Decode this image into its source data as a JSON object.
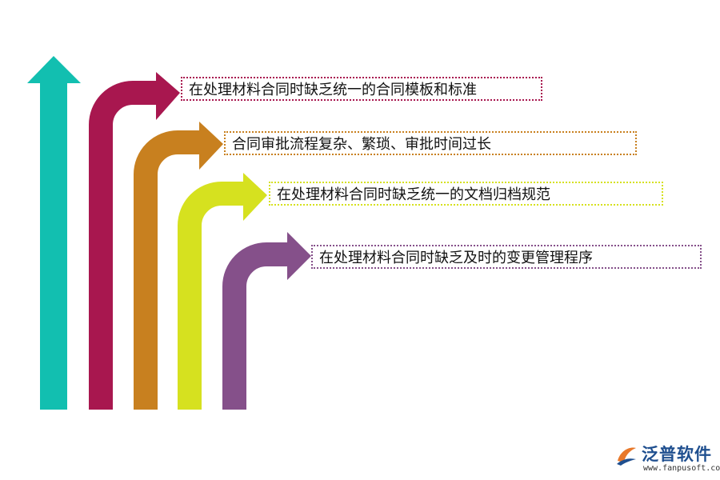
{
  "items": [
    {
      "text": "在处理材料合同时缺乏统一的合同模板和标准",
      "color": "#a8174f"
    },
    {
      "text": "合同审批流程复杂、繁琐、审批时间过长",
      "color": "#c8801f"
    },
    {
      "text": "在处理材料合同时缺乏统一的文档归档规范",
      "color": "#d6e11f"
    },
    {
      "text": "在处理材料合同时缺乏及时的变更管理程序",
      "color": "#85508a"
    }
  ],
  "main_arrow_color": "#12bfb0",
  "logo": {
    "name": "泛普软件",
    "url": "www.fanpusoft.com",
    "colors": [
      "#1f4f8f",
      "#e8782a"
    ]
  }
}
